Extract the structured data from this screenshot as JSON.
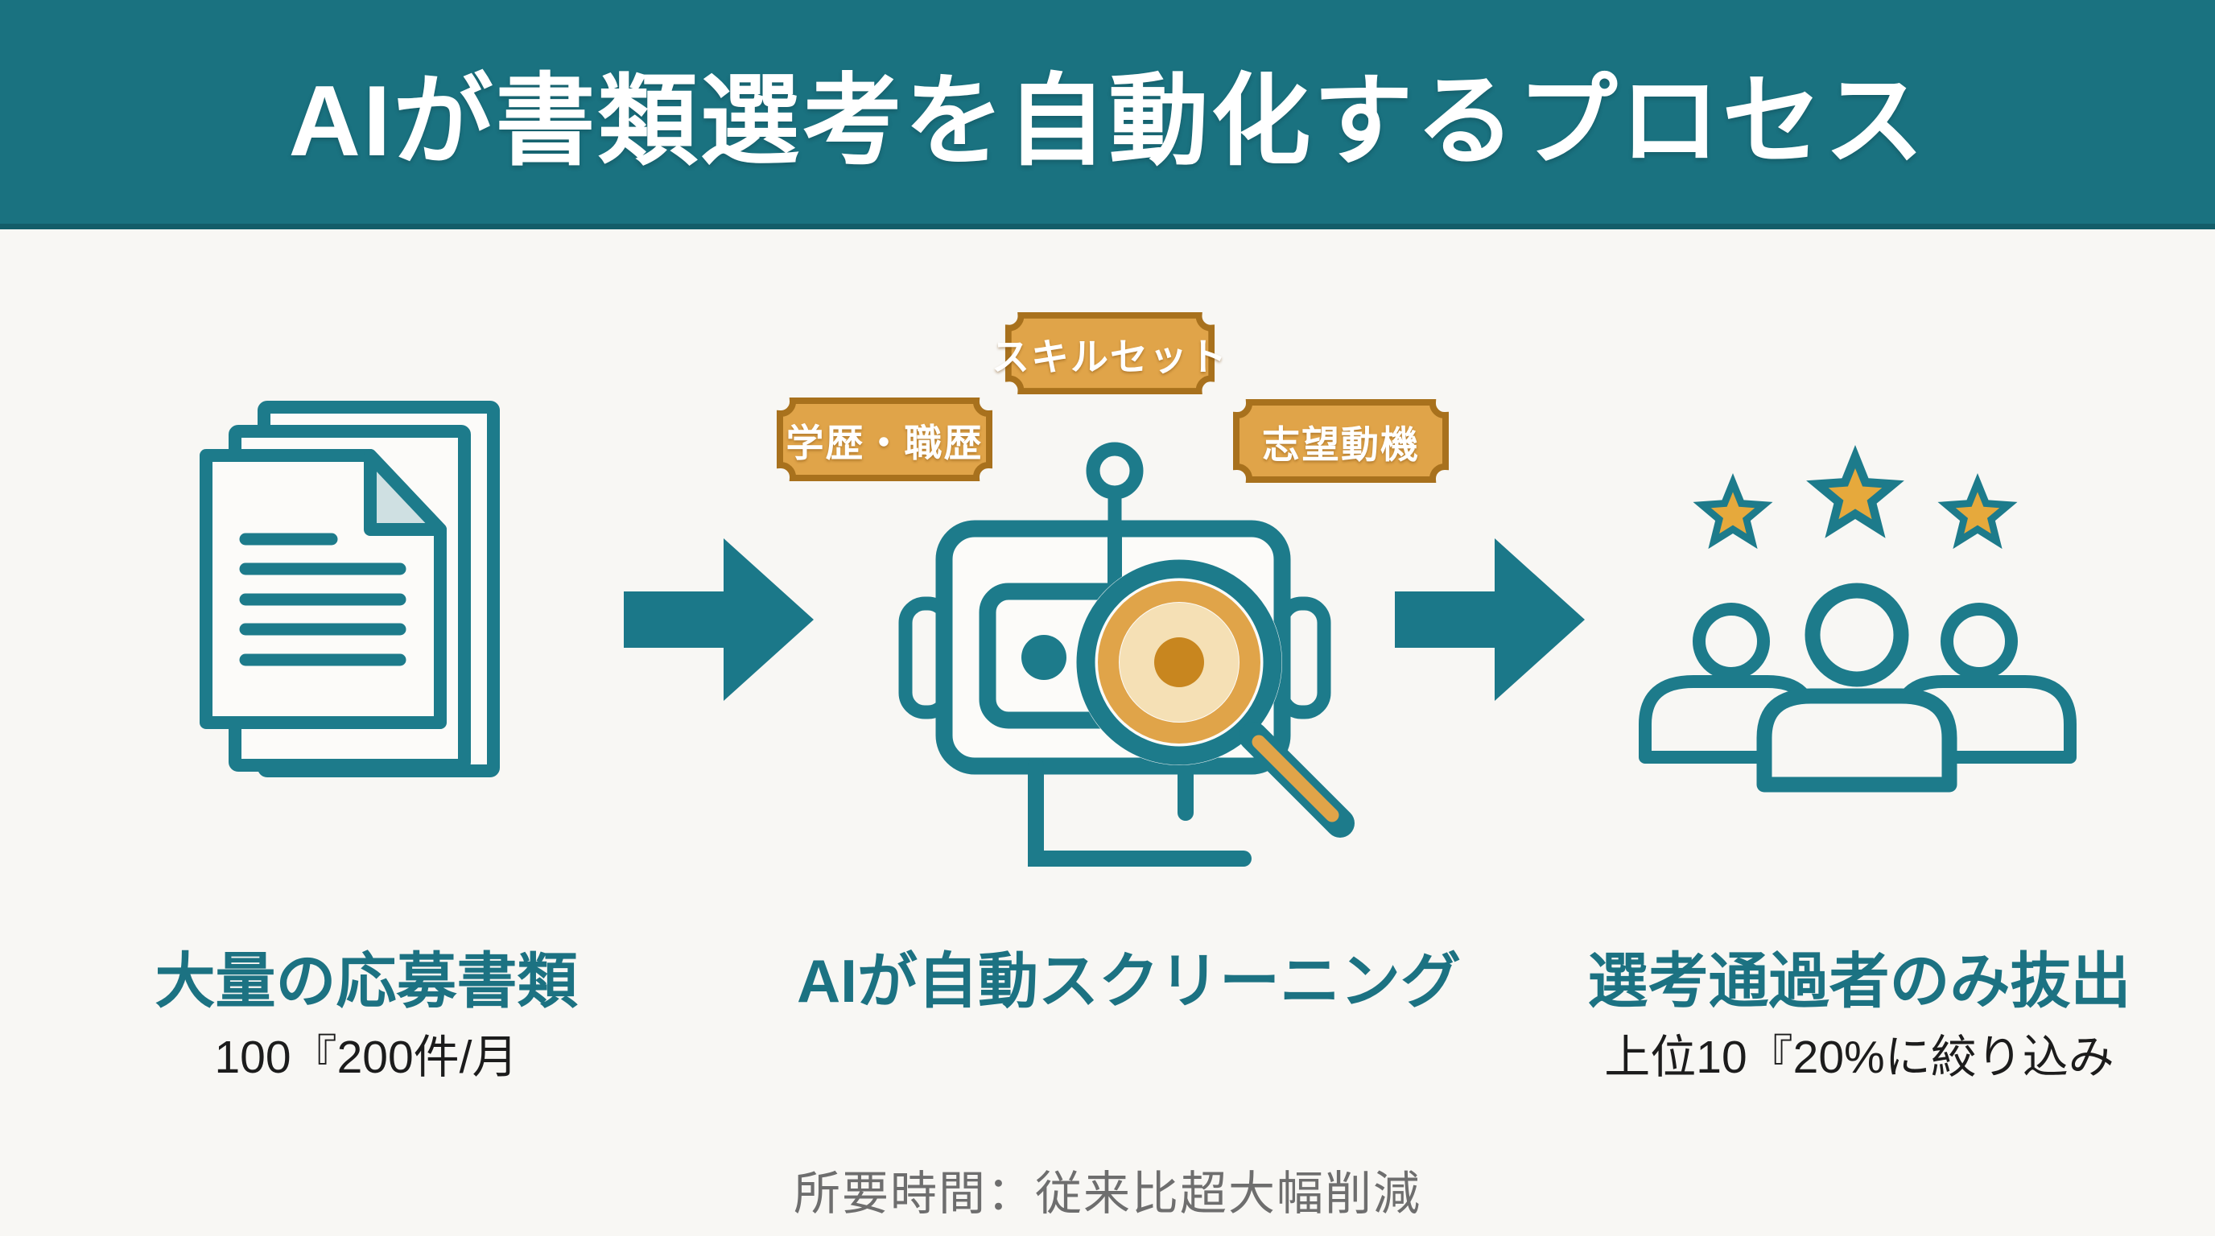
{
  "header": {
    "title": "AIが書類選考を自動化するプロセス"
  },
  "steps": [
    {
      "icon": "documents-stack-icon",
      "caption": "大量の応募書類",
      "subtitle": "100『200件/月"
    },
    {
      "icon": "robot-magnifier-icon",
      "caption": "AIが自動スクリーニング",
      "subtitle": "",
      "badges": [
        {
          "label": "スキルセット"
        },
        {
          "label": "学歴・職歴"
        },
        {
          "label": "志望動機"
        }
      ]
    },
    {
      "icon": "people-stars-icon",
      "caption": "選考通過者のみ抜出",
      "subtitle": "上位10『20%に絞り込み"
    }
  ],
  "connectors": [
    {
      "icon": "arrow-right-icon"
    },
    {
      "icon": "arrow-right-icon"
    }
  ],
  "footer": {
    "note": "所要時間：従来比超大幅削減"
  },
  "colors": {
    "header_bg": "#1a7280",
    "background": "#f8f7f4",
    "icon_teal": "#1d7b8b",
    "caption_teal": "#1c7282",
    "badge_gold": "#e0a449",
    "badge_border": "#a8711d",
    "star_gold": "#e6a93c",
    "lens_cream": "#f5e0b5",
    "lens_center": "#c8861f",
    "body_text": "#1c1c1c",
    "note_gray": "#6e6e6e"
  }
}
